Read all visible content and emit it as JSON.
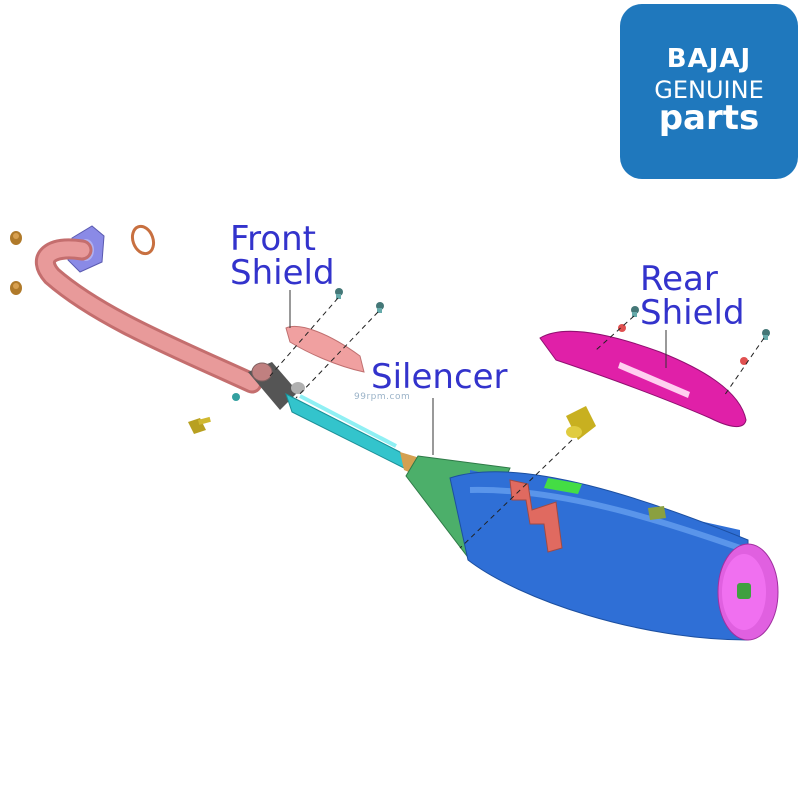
{
  "labels": {
    "front_shield": [
      "Front",
      "Shield"
    ],
    "rear_shield": [
      "Rear",
      "Shield"
    ],
    "silencer": "Silencer"
  },
  "logo": {
    "brand": "BAJAJ",
    "line2": "GENUINE",
    "line3": "parts"
  },
  "watermark": "99rpm.com",
  "colors": {
    "label_text": "#3333cc",
    "logo_bg": "#1f78bd",
    "header_pipe": "#e68a8a",
    "silencer_body": "#2f6fd6",
    "silencer_cone": "#4caf6a",
    "mid_pipe": "#33c4cc",
    "end_cap": "#e060e0",
    "rear_shield": "#e020a8",
    "front_shield": "#f0a0a0"
  }
}
